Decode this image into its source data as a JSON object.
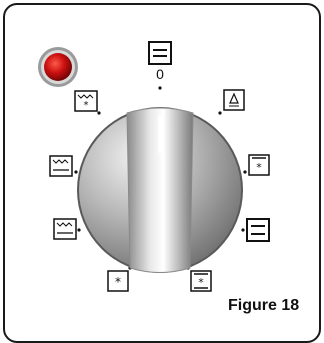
{
  "dial": {
    "zero_label": "0",
    "selected_position": "0"
  },
  "caption": {
    "text": "Figure 18"
  },
  "indicator": {
    "state": "on",
    "color": "#cc1010"
  },
  "function_icons": [
    "off-bar-icon",
    "lamp-icon",
    "top-heat-fan-icon",
    "conventional-heat-icon",
    "fan-bottom-heat-icon",
    "fan-icon",
    "bottom-grill-fan-icon",
    "grill-icon",
    "full-grill-fan-icon",
    "grill-fan-icon"
  ]
}
